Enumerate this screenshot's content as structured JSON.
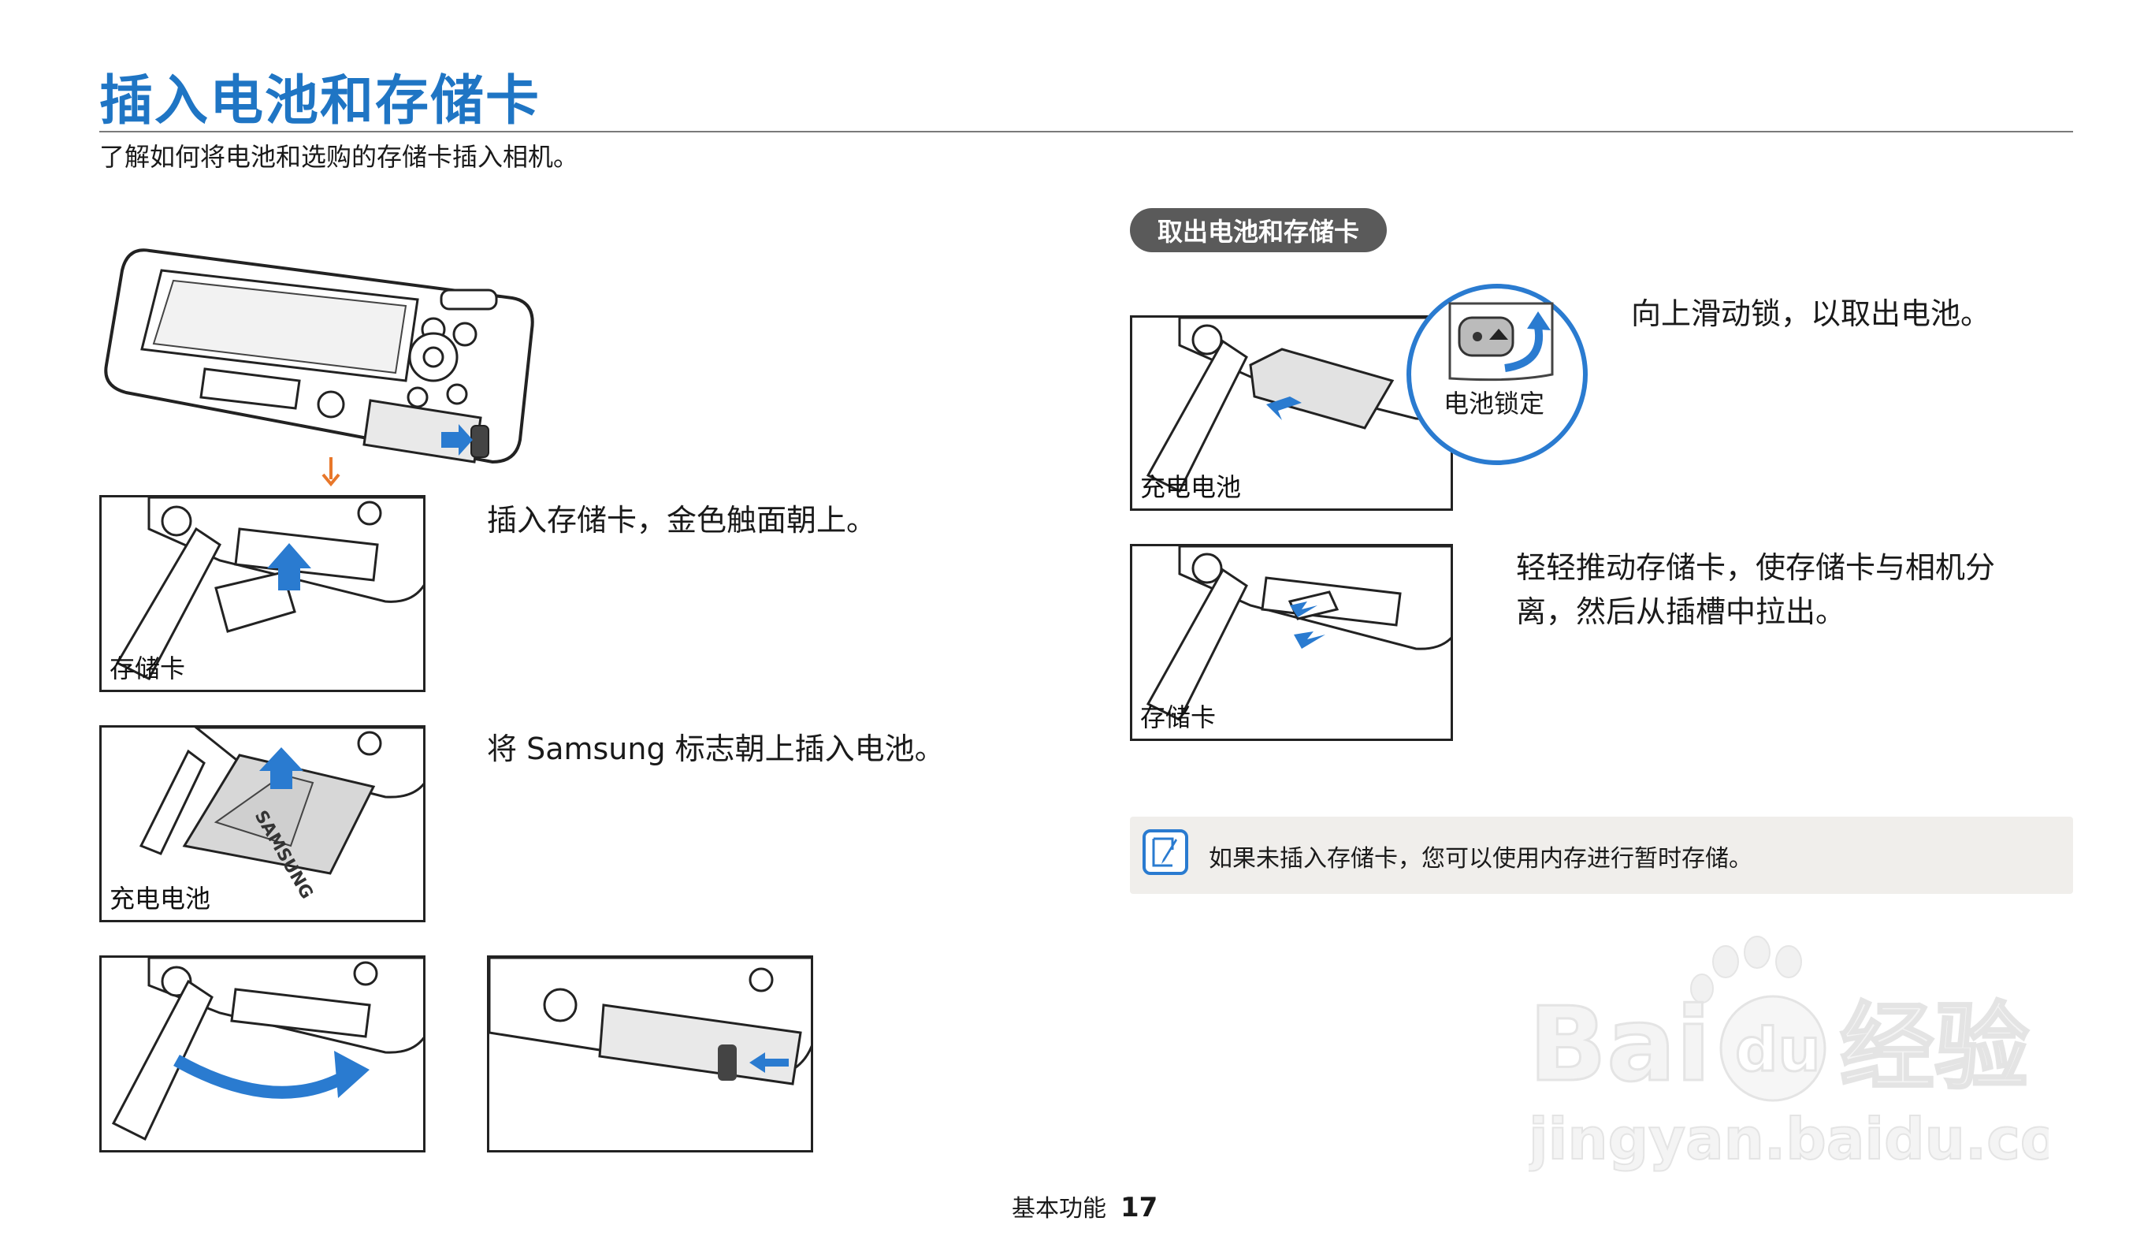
{
  "header": {
    "title": "插入电池和存储卡",
    "subtitle": "了解如何将电池和选购的存储卡插入相机。"
  },
  "steps": {
    "insert_card": "插入存储卡，金色触面朝上。",
    "insert_battery": "将 Samsung 标志朝上插入电池。"
  },
  "figures": {
    "card_caption": "存储卡",
    "battery_caption": "充电电池",
    "battery_label": "SAMSUNG"
  },
  "remove_section": {
    "title": "取出电池和存储卡",
    "battery_step": "向上滑动锁，以取出电池。",
    "lock_label": "电池锁定",
    "battery_caption": "充电电池",
    "card_step_line1": "轻轻推动存储卡，使存储卡与相机分",
    "card_step_line2": "离，然后从插槽中拉出。",
    "card_caption": "存储卡"
  },
  "note": {
    "text": "如果未插入存储卡，您可以使用内存进行暂时存储。",
    "icon": "note-pencil-icon"
  },
  "footer": {
    "section": "基本功能",
    "page": "17"
  },
  "watermark": {
    "brand_latin": "Bai",
    "brand_du": "du",
    "brand_cn": "经验",
    "url": "jingyan.baidu.com"
  },
  "colors": {
    "title": "#1f75c4",
    "arrow": "#2a7bd0",
    "orange_arrow": "#e8772a",
    "pill": "#5a5a5a",
    "note_bg": "#f0eeeb"
  }
}
